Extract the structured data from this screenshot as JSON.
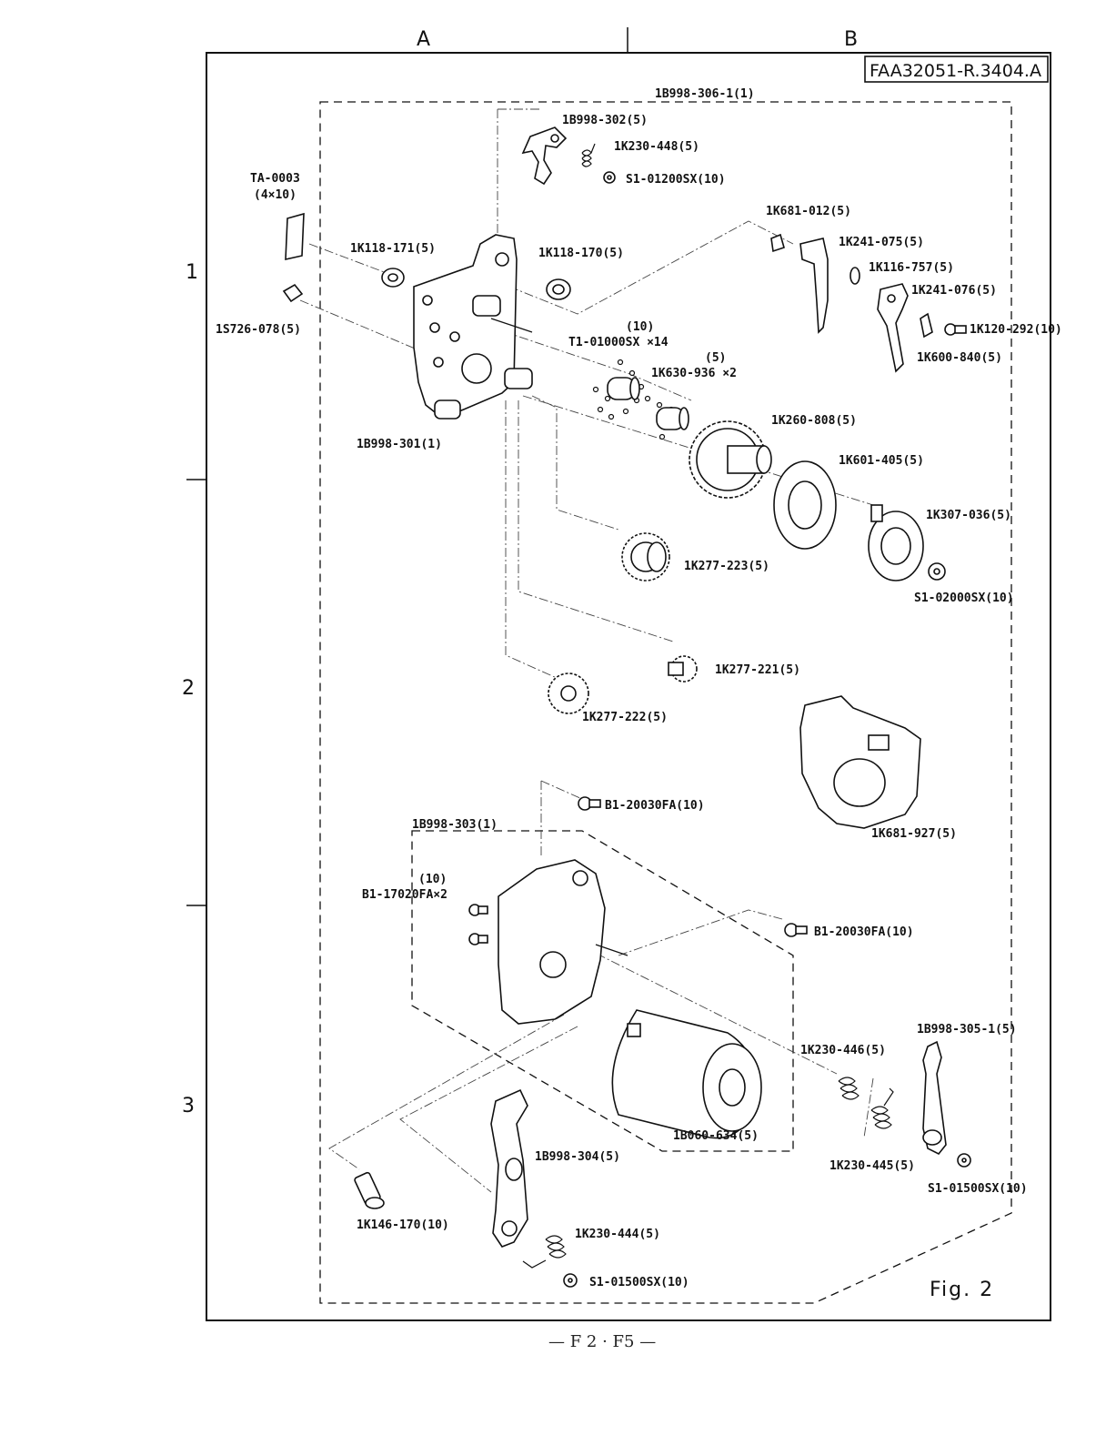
{
  "header": {
    "col_a": "A",
    "col_b": "B",
    "drawing_code": "FAA32051-R.3404.A"
  },
  "row_markers": [
    "1",
    "2",
    "3"
  ],
  "figure_label": "Fig. 2",
  "page_number": "— F 2 · F5 —",
  "assemblies": {
    "top": "1B998-306-1(1)",
    "motor_frame": "1B998-303(1)"
  },
  "labels": {
    "p1b998_302": "1B998-302(5)",
    "p1k230_448": "1K230-448(5)",
    "s1_01200": "S1-01200SX(10)",
    "ta_0003": "TA-0003",
    "ta_0003_size": "(4×10)",
    "p1k118_171": "1K118-171(5)",
    "p1k118_170": "1K118-170(5)",
    "p1s726_078": "1S726-078(5)",
    "t1_qty": "(10)",
    "t1_01000": "T1-01000SX ×14",
    "p1k630_qty": "(5)",
    "p1k630_936": "1K630-936 ×2",
    "p1b998_301": "1B998-301(1)",
    "p1k681_012": "1K681-012(5)",
    "p1k241_075": "1K241-075(5)",
    "p1k116_757": "1K116-757(5)",
    "p1k241_076": "1K241-076(5)",
    "p1k120_292": "1K120-292(10)",
    "p1k600_840": "1K600-840(5)",
    "p1k260_808": "1K260-808(5)",
    "p1k601_405": "1K601-405(5)",
    "p1k307_036": "1K307-036(5)",
    "s1_02000": "S1-02000SX(10)",
    "p1k277_223": "1K277-223(5)",
    "p1k277_221": "1K277-221(5)",
    "p1k277_222": "1K277-222(5)",
    "p1k681_927": "1K681-927(5)",
    "b1_20030_top": "B1-20030FA(10)",
    "b1_17020_qty": "(10)",
    "b1_17020": "B1-17020FA×2",
    "b1_20030_mid": "B1-20030FA(10)",
    "p1k230_446": "1K230-446(5)",
    "p1b998_305": "1B998-305-1(5)",
    "p1b060_634": "1B060-634(5)",
    "p1k230_445": "1K230-445(5)",
    "s1_01500_right": "S1-01500SX(10)",
    "p1b998_304": "1B998-304(5)",
    "p1k146_170": "1K146-170(10)",
    "p1k230_444": "1K230-444(5)",
    "s1_01500_bottom": "S1-01500SX(10)"
  }
}
